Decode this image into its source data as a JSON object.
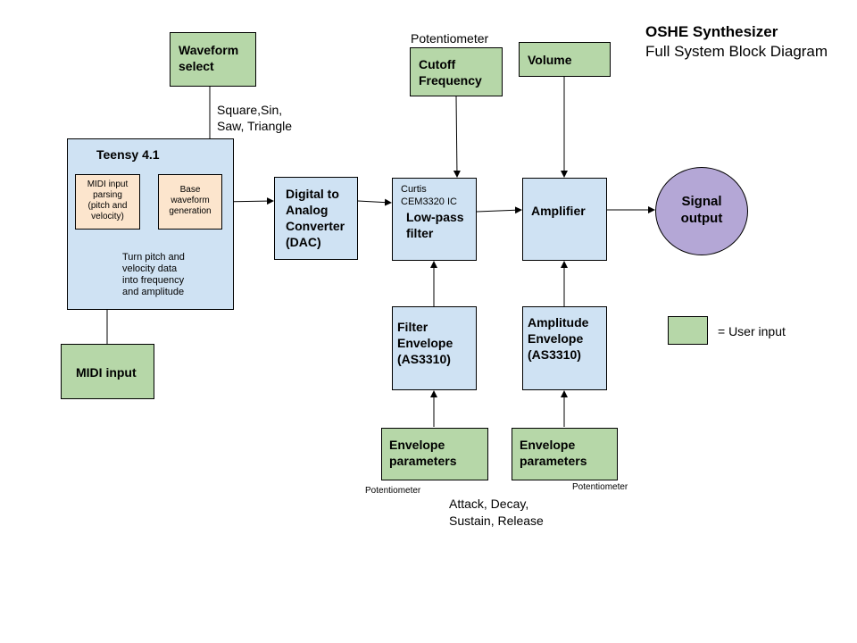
{
  "title": {
    "main": "OSHE Synthesizer",
    "sub": "Full System Block Diagram"
  },
  "blocks": {
    "waveform_select": "Waveform\nselect",
    "waveform_options": "Square,Sin,\nSaw, Triangle",
    "teensy": "Teensy 4.1",
    "midi_parsing": "MIDI input\nparsing\n(pitch and\nvelocity)",
    "base_waveform": "Base\nwaveform\ngeneration",
    "teensy_note": "Turn pitch and\nvelocity data\ninto frequency\nand amplitude",
    "midi_input": "MIDI input",
    "dac": "Digital to\nAnalog\nConverter\n(DAC)",
    "cutoff_pot_label": "Potentiometer",
    "cutoff": "Cutoff\nFrequency",
    "lpf_chip": "Curtis\nCEM3320 IC",
    "lpf": "Low-pass\nfilter",
    "volume": "Volume",
    "amplifier": "Amplifier",
    "signal_output": "Signal\noutput",
    "filter_envelope": "Filter\nEnvelope\n(AS3310)",
    "amplitude_envelope": "Amplitude\nEnvelope\n(AS3310)",
    "filter_env_params": "Envelope\nparameters",
    "amp_env_params": "Envelope\nparameters",
    "filter_env_pot_label": "Potentiometer",
    "amp_env_pot_label": "Potentiometer",
    "adsr": "Attack, Decay,\nSustain, Release"
  },
  "legend": {
    "user_input": "= User input",
    "user_input_color": "#b6d7a8"
  },
  "colors": {
    "user_input": "#b6d7a8",
    "module": "#cfe2f3",
    "firmware": "#fce5cd",
    "output": "#b4a7d6"
  }
}
